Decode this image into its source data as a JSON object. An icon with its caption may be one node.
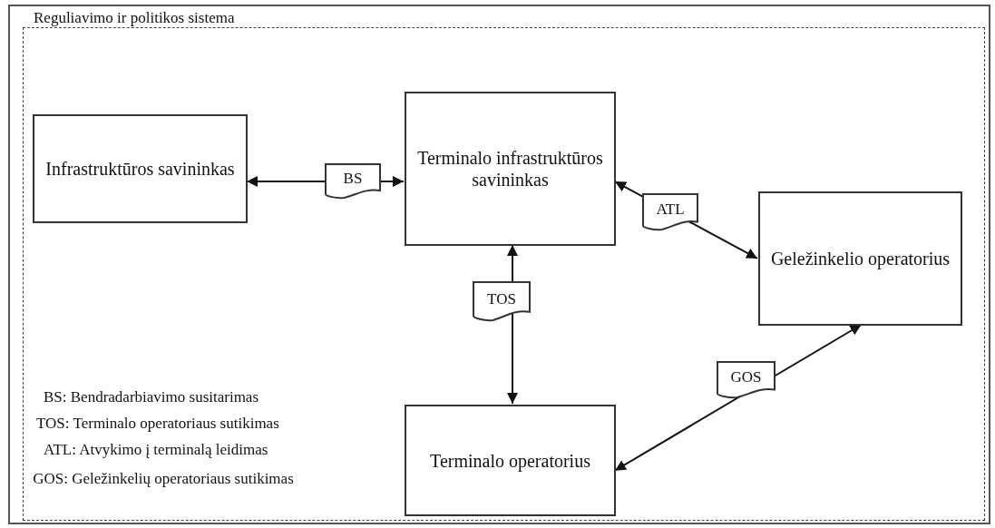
{
  "diagram": {
    "title": "Reguliavimo ir politikos sistema",
    "nodes": [
      {
        "text": [],
        "shape": "box"
      },
      {
        "text": [
          "Infrastruktūros savininkas"
        ],
        "in": 0
      },
      {
        "text": [
          "Terminalo infrastruktūros savininkas"
        ],
        "in": 0
      },
      {
        "text": [
          "Geležinkelio operatorius"
        ],
        "in": 0
      },
      {
        "text": [
          "Terminalo operatorius"
        ],
        "in": 0
      }
    ],
    "edges": [
      {
        "from": 1,
        "to": 2,
        "arrow": "both",
        "label": "BS"
      },
      {
        "from": 2,
        "to": 4,
        "arrow": "both",
        "label": "TOS"
      },
      {
        "from": 2,
        "to": 3,
        "arrow": "both",
        "label": "ATL"
      },
      {
        "from": 4,
        "to": 3,
        "arrow": "both",
        "label": "GOS"
      }
    ],
    "labels": [
      "BS: Bendradarbiavimo susitarimas",
      "TOS: Terminalo operatoriaus sutikimas",
      "ATL: Atvykimo į terminalą leidimas",
      "GOS: Geležinkelių operatoriaus sutikimas"
    ]
  }
}
